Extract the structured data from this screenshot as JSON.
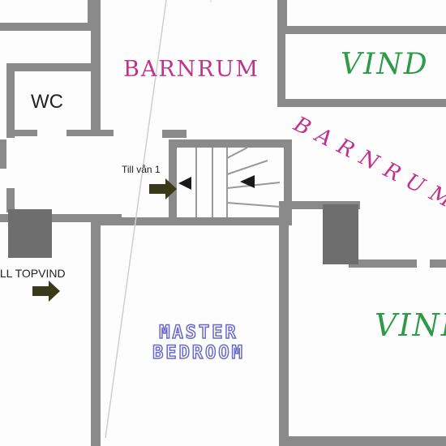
{
  "rooms": {
    "barnrum_upper": "BARNRUM",
    "vind_upper": "VIND",
    "barnrum_right": "BARNRUM",
    "wc": "WC",
    "master_line1": "MASTER",
    "master_line2": "BEDROOM",
    "vind_lower": "VIND"
  },
  "annotations": {
    "till_van": "Till vån 1",
    "till_topvind": "ILL TOPVIND"
  },
  "icons": [
    "arrow-right-icon",
    "triangle-left-icon"
  ],
  "colors": {
    "wall": "#8a8a8a",
    "barnrum": "#c0328c",
    "vind": "#2f9a48",
    "master": "#6a6acc",
    "arrow": "#3a3a1a"
  }
}
